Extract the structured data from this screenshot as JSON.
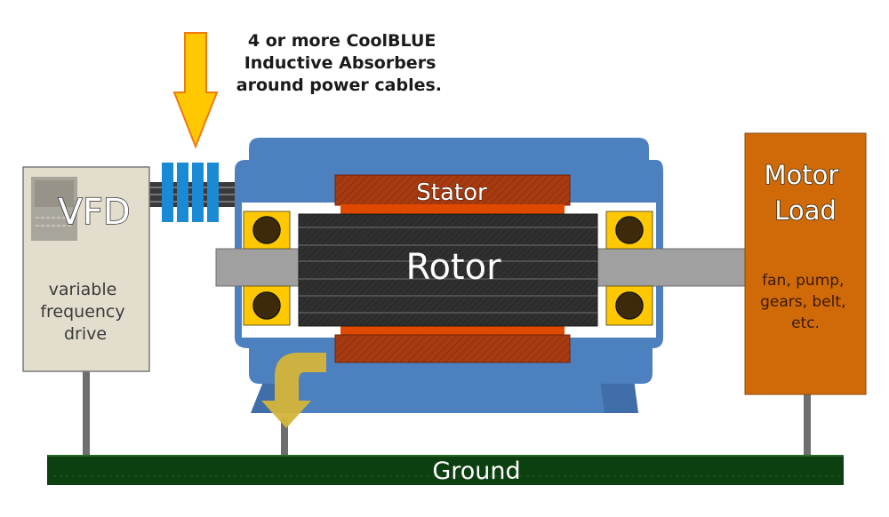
{
  "diagram": {
    "callout": {
      "lines": [
        "4 or more CoolBLUE",
        "Inductive Absorbers",
        "around power cables."
      ]
    },
    "absorber_count": 4,
    "vfd": {
      "title": "VFD",
      "description_lines": [
        "variable",
        "frequency",
        "drive"
      ]
    },
    "motor": {
      "stator_label": "Stator",
      "rotor_label": "Rotor"
    },
    "load": {
      "title_lines": [
        "Motor",
        "Load"
      ],
      "description_lines": [
        "fan, pump,",
        "gears, belt,",
        "etc."
      ]
    },
    "ground": {
      "label": "Ground"
    },
    "colors": {
      "arrow_yellow": "#ffc800",
      "arrow_outline": "#f07a10",
      "absorber_blue": "#1a8ad4",
      "motor_housing": "#4d80bf",
      "stator": "#a83a10",
      "stator_inner": "#e04a00",
      "rotor": "#2e2e2e",
      "bearing_yellow": "#ffc800",
      "bearing_dot": "#3d2a0a",
      "shaft_gray": "#a0a0a0",
      "vfd_beige": "#e2ddcc",
      "load_orange": "#d06a08",
      "ground_green": "#0d4010",
      "current_arrow": "#d4b43a"
    }
  }
}
